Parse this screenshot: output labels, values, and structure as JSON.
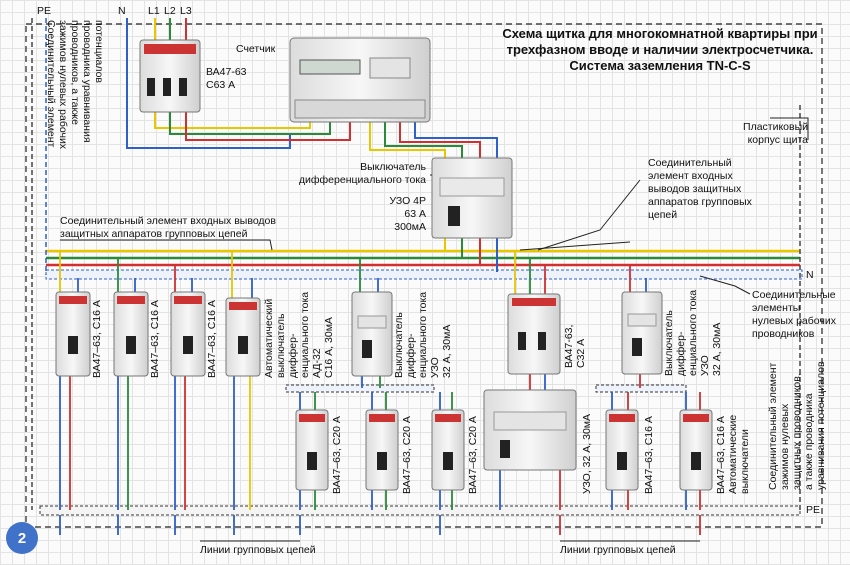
{
  "title": {
    "line1": "Схема щитка для многокомнатной квартиры при",
    "line2": "трехфазном вводе и наличии электросчетчика.",
    "line3": "Система заземления TN-C-S"
  },
  "bus_labels": {
    "pe_top": "PE",
    "n_top": "N",
    "l1": "L1",
    "l2": "L2",
    "l3": "L3",
    "n_right": "N",
    "pe_bottom": "PE"
  },
  "labels": {
    "main_breaker_1": "ВА47-63",
    "main_breaker_2": "C63 А",
    "meter": "Счетчик",
    "rcd_main_1": "Выключатель",
    "rcd_main_2": "дифференциального тока",
    "rcd_main_3": "УЗО 4Р",
    "rcd_main_4": "63 А",
    "rcd_main_5": "300мА",
    "housing_1": "Пластиковый",
    "housing_2": "корпус щита",
    "conn_right_1": "Соединительный",
    "conn_right_2": "элемент входных",
    "conn_right_3": "выводов защитных",
    "conn_right_4": "аппаратов групповых",
    "conn_right_5": "цепей",
    "conn_left_1": "Соединительный элемент входных выводов",
    "conn_left_2": "защитных аппаратов групповых цепей",
    "neutral_conn_1": "Соединительные",
    "neutral_conn_2": "элементы",
    "neutral_conn_3": "нулевых рабочих",
    "neutral_conn_4": "проводников",
    "left_vertical_1": "Соединительный элемент",
    "left_vertical_2": "зажимов нулевых рабочих",
    "left_vertical_3": "проводников, а также",
    "left_vertical_4": "проводника уравнивания",
    "left_vertical_5": "потенциалов",
    "right_vertical_1": "Соединительный элемент",
    "right_vertical_2": "зажимов нулевых",
    "right_vertical_3": "защитных проводников,",
    "right_vertical_4": "а также проводника",
    "right_vertical_5": "уравнивания потенциалов",
    "lines_left": "Линии групповых цепей",
    "lines_right": "Линии групповых цепей",
    "badge": "2"
  },
  "breakers_top": [
    "ВА47–63, С16 А",
    "ВА47–63, С16 А",
    "ВА47–63, С16 А"
  ],
  "difavt_1": [
    "Автоматический",
    "выключатель",
    "диффер-",
    "енциального тока",
    "АД-32",
    "С16 А, 30мА"
  ],
  "rcd_2": [
    "Выключатель",
    "диффер-",
    "енциального тока",
    "УЗО",
    "32 А, 30мА"
  ],
  "breaker_c32": [
    "ВА47-63,",
    "С32 А"
  ],
  "rcd_3": [
    "Выключатель",
    "диффер-",
    "енциального тока",
    "УЗО",
    "32 А, 30мА"
  ],
  "breakers_bottom_left": [
    "ВА47–63, С20 А",
    "ВА47–63, С20 А",
    "ВА47–63, С20 А"
  ],
  "rcd_4": "УЗО, 32 А, 30мА",
  "breakers_bottom_right": [
    "ВА47–63, С16 А",
    "ВА47–63, С16 А"
  ],
  "auto_switches": [
    "Автоматические",
    "выключатели"
  ],
  "colors": {
    "L1": "#e8c600",
    "L2": "#2a8a3a",
    "L3": "#d03030",
    "N": "#2f5fc8",
    "PE": "#444444",
    "badge": "#3f72c8"
  }
}
